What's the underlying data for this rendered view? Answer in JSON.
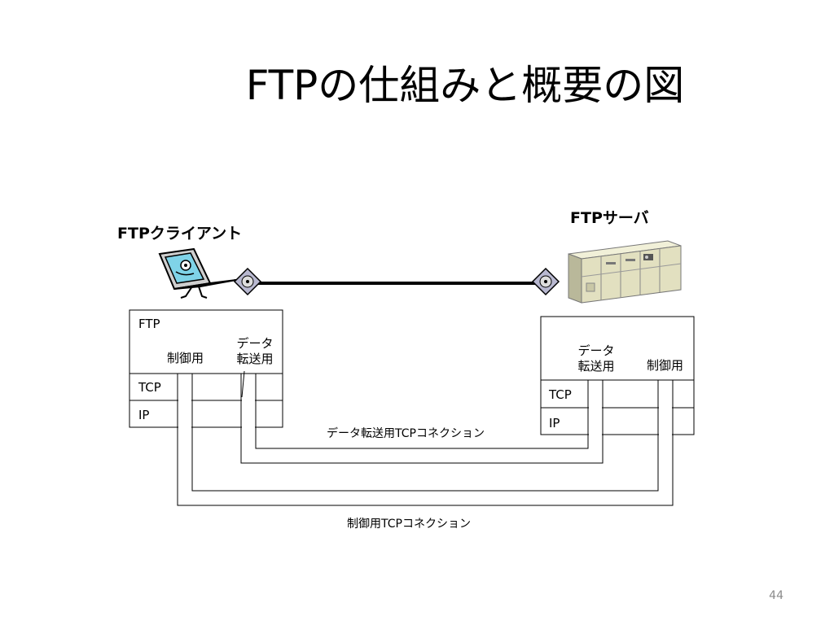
{
  "slide": {
    "title": "FTPの仕組みと概要の図",
    "page_number": "44"
  },
  "client": {
    "label": "FTPクライアント",
    "layer_ftp": "FTP",
    "layer_tcp": "TCP",
    "layer_ip": "IP",
    "control_label": "制御用",
    "data_label_line1": "データ",
    "data_label_line2": "転送用"
  },
  "server": {
    "label": "FTPサーバ",
    "layer_tcp": "TCP",
    "layer_ip": "IP",
    "control_label": "制御用",
    "data_label_line1": "データ",
    "data_label_line2": "転送用"
  },
  "connections": {
    "data": "データ転送用TCPコネクション",
    "control": "制御用TCPコネクション"
  }
}
